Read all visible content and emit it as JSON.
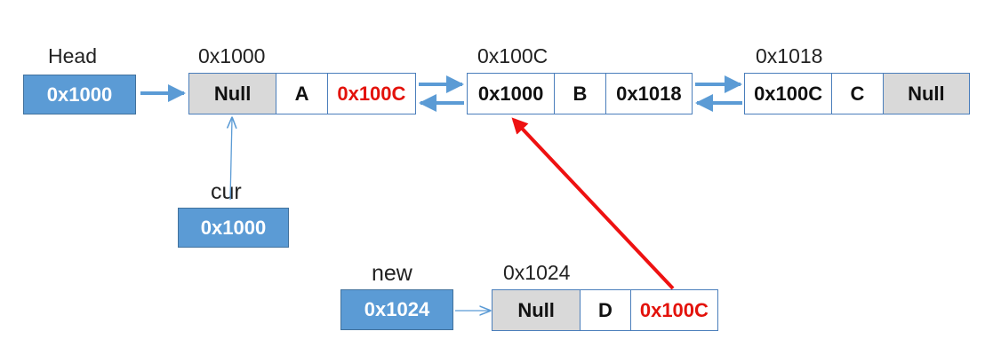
{
  "head": {
    "label": "Head",
    "value": "0x1000"
  },
  "cur": {
    "label": "cur",
    "value": "0x1000"
  },
  "new": {
    "label": "new",
    "value": "0x1024"
  },
  "nodes": [
    {
      "address": "0x1000",
      "prev": "Null",
      "data": "A",
      "next": "0x100C"
    },
    {
      "address": "0x100C",
      "prev": "0x1000",
      "data": "B",
      "next": "0x1018"
    },
    {
      "address": "0x1018",
      "prev": "0x100C",
      "data": "C",
      "next": "Null"
    },
    {
      "address": "0x1024",
      "prev": "Null",
      "data": "D",
      "next": "0x100C"
    }
  ],
  "colors": {
    "pointer_box": "#5b9bd5",
    "node_border": "#4a7ebb",
    "null_fill": "#d9d9d9",
    "highlight_text": "#e3120b",
    "link_arrow": "#5b9bd5",
    "new_link_arrow": "#ee1111"
  }
}
